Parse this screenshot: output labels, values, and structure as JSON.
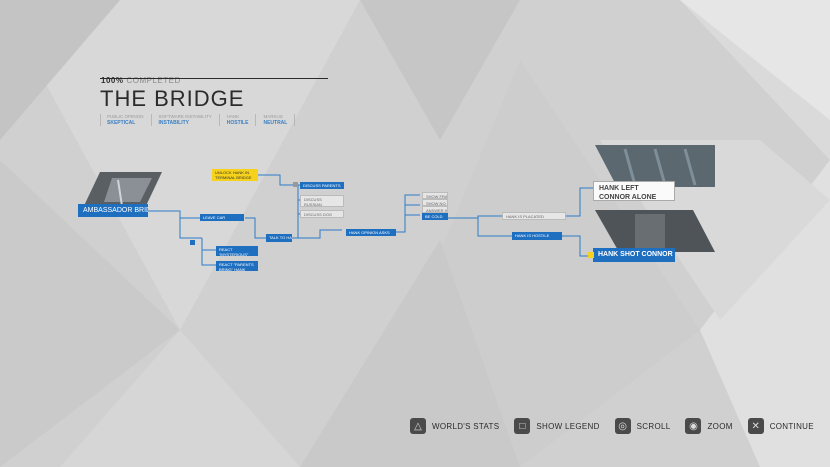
{
  "header": {
    "percent": "100%",
    "percent_label": "COMPLETED",
    "title": "THE BRIDGE",
    "stats": [
      {
        "label": "PUBLIC OPINION",
        "value": "SKEPTICAL"
      },
      {
        "label": "SOFTWARE INSTABILITY",
        "value": "INSTABILITY"
      },
      {
        "label": "HANK",
        "value": "HOSTILE"
      },
      {
        "label": "MARKUS",
        "value": "NEUTRAL"
      }
    ]
  },
  "flowchart": {
    "start_node": "AMBASSADOR BRIDGE",
    "nodes": {
      "leave_car": "LEAVE CAR",
      "talk_to_hank": "TALK TO HANK",
      "react_1": "REACT \"MYSTERIOUS\" HANK",
      "react_2": "REACT \"PARENTS BRING\" HANK",
      "yellow_unlock": "UNLOCK HANK IN TERMINAL BRIDGE",
      "discuss_parents": "DISCUSS PARENTS",
      "discuss_russian": "DISCUSS RUSSIAN ROULETTE",
      "discuss_dog": "DISCUSS DOG",
      "hank_opinion": "HANK OPINION ASKS",
      "ch1": "SHOW FRAME",
      "ch2": "SHOW NO FEAR",
      "ch3": "ANSWER HONESTLY",
      "ch4": "BE COLD",
      "hank_place": "HANK IS PLACATED",
      "hank_hostile": "HANK IS HOSTILE"
    },
    "endings": [
      {
        "label": "HANK LEFT CONNOR ALONE"
      },
      {
        "label": "HANK SHOT CONNOR"
      }
    ]
  },
  "controls": [
    {
      "icon": "triangle-icon",
      "glyph": "△",
      "label": "WORLD'S STATS"
    },
    {
      "icon": "square-icon",
      "glyph": "□",
      "label": "SHOW LEGEND"
    },
    {
      "icon": "right-stick-icon",
      "glyph": "◎",
      "label": "SCROLL"
    },
    {
      "icon": "left-stick-icon",
      "glyph": "◉",
      "label": "ZOOM"
    },
    {
      "icon": "cross-icon",
      "glyph": "✕",
      "label": "CONTINUE"
    }
  ]
}
